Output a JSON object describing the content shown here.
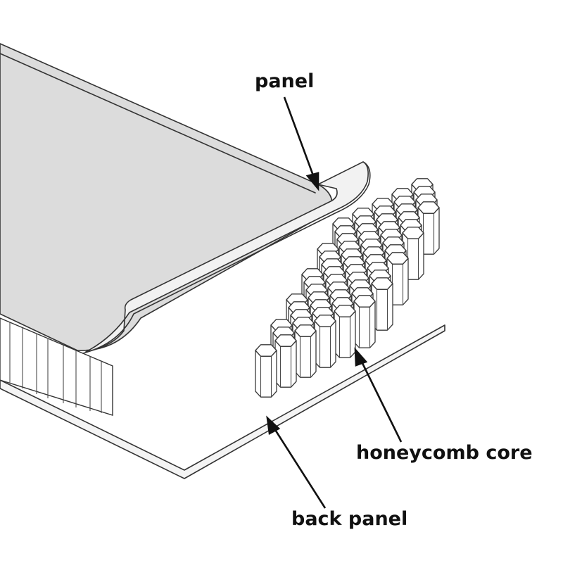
{
  "labels": {
    "panel": "panel",
    "honeycomb_core": "honeycomb core",
    "back_panel": "back panel"
  },
  "colors": {
    "panel_face": "#dcdcdc",
    "panel_edge": "#f2f2f2",
    "outline": "#333333",
    "cell_fill": "#ffffff",
    "text": "#111111"
  }
}
